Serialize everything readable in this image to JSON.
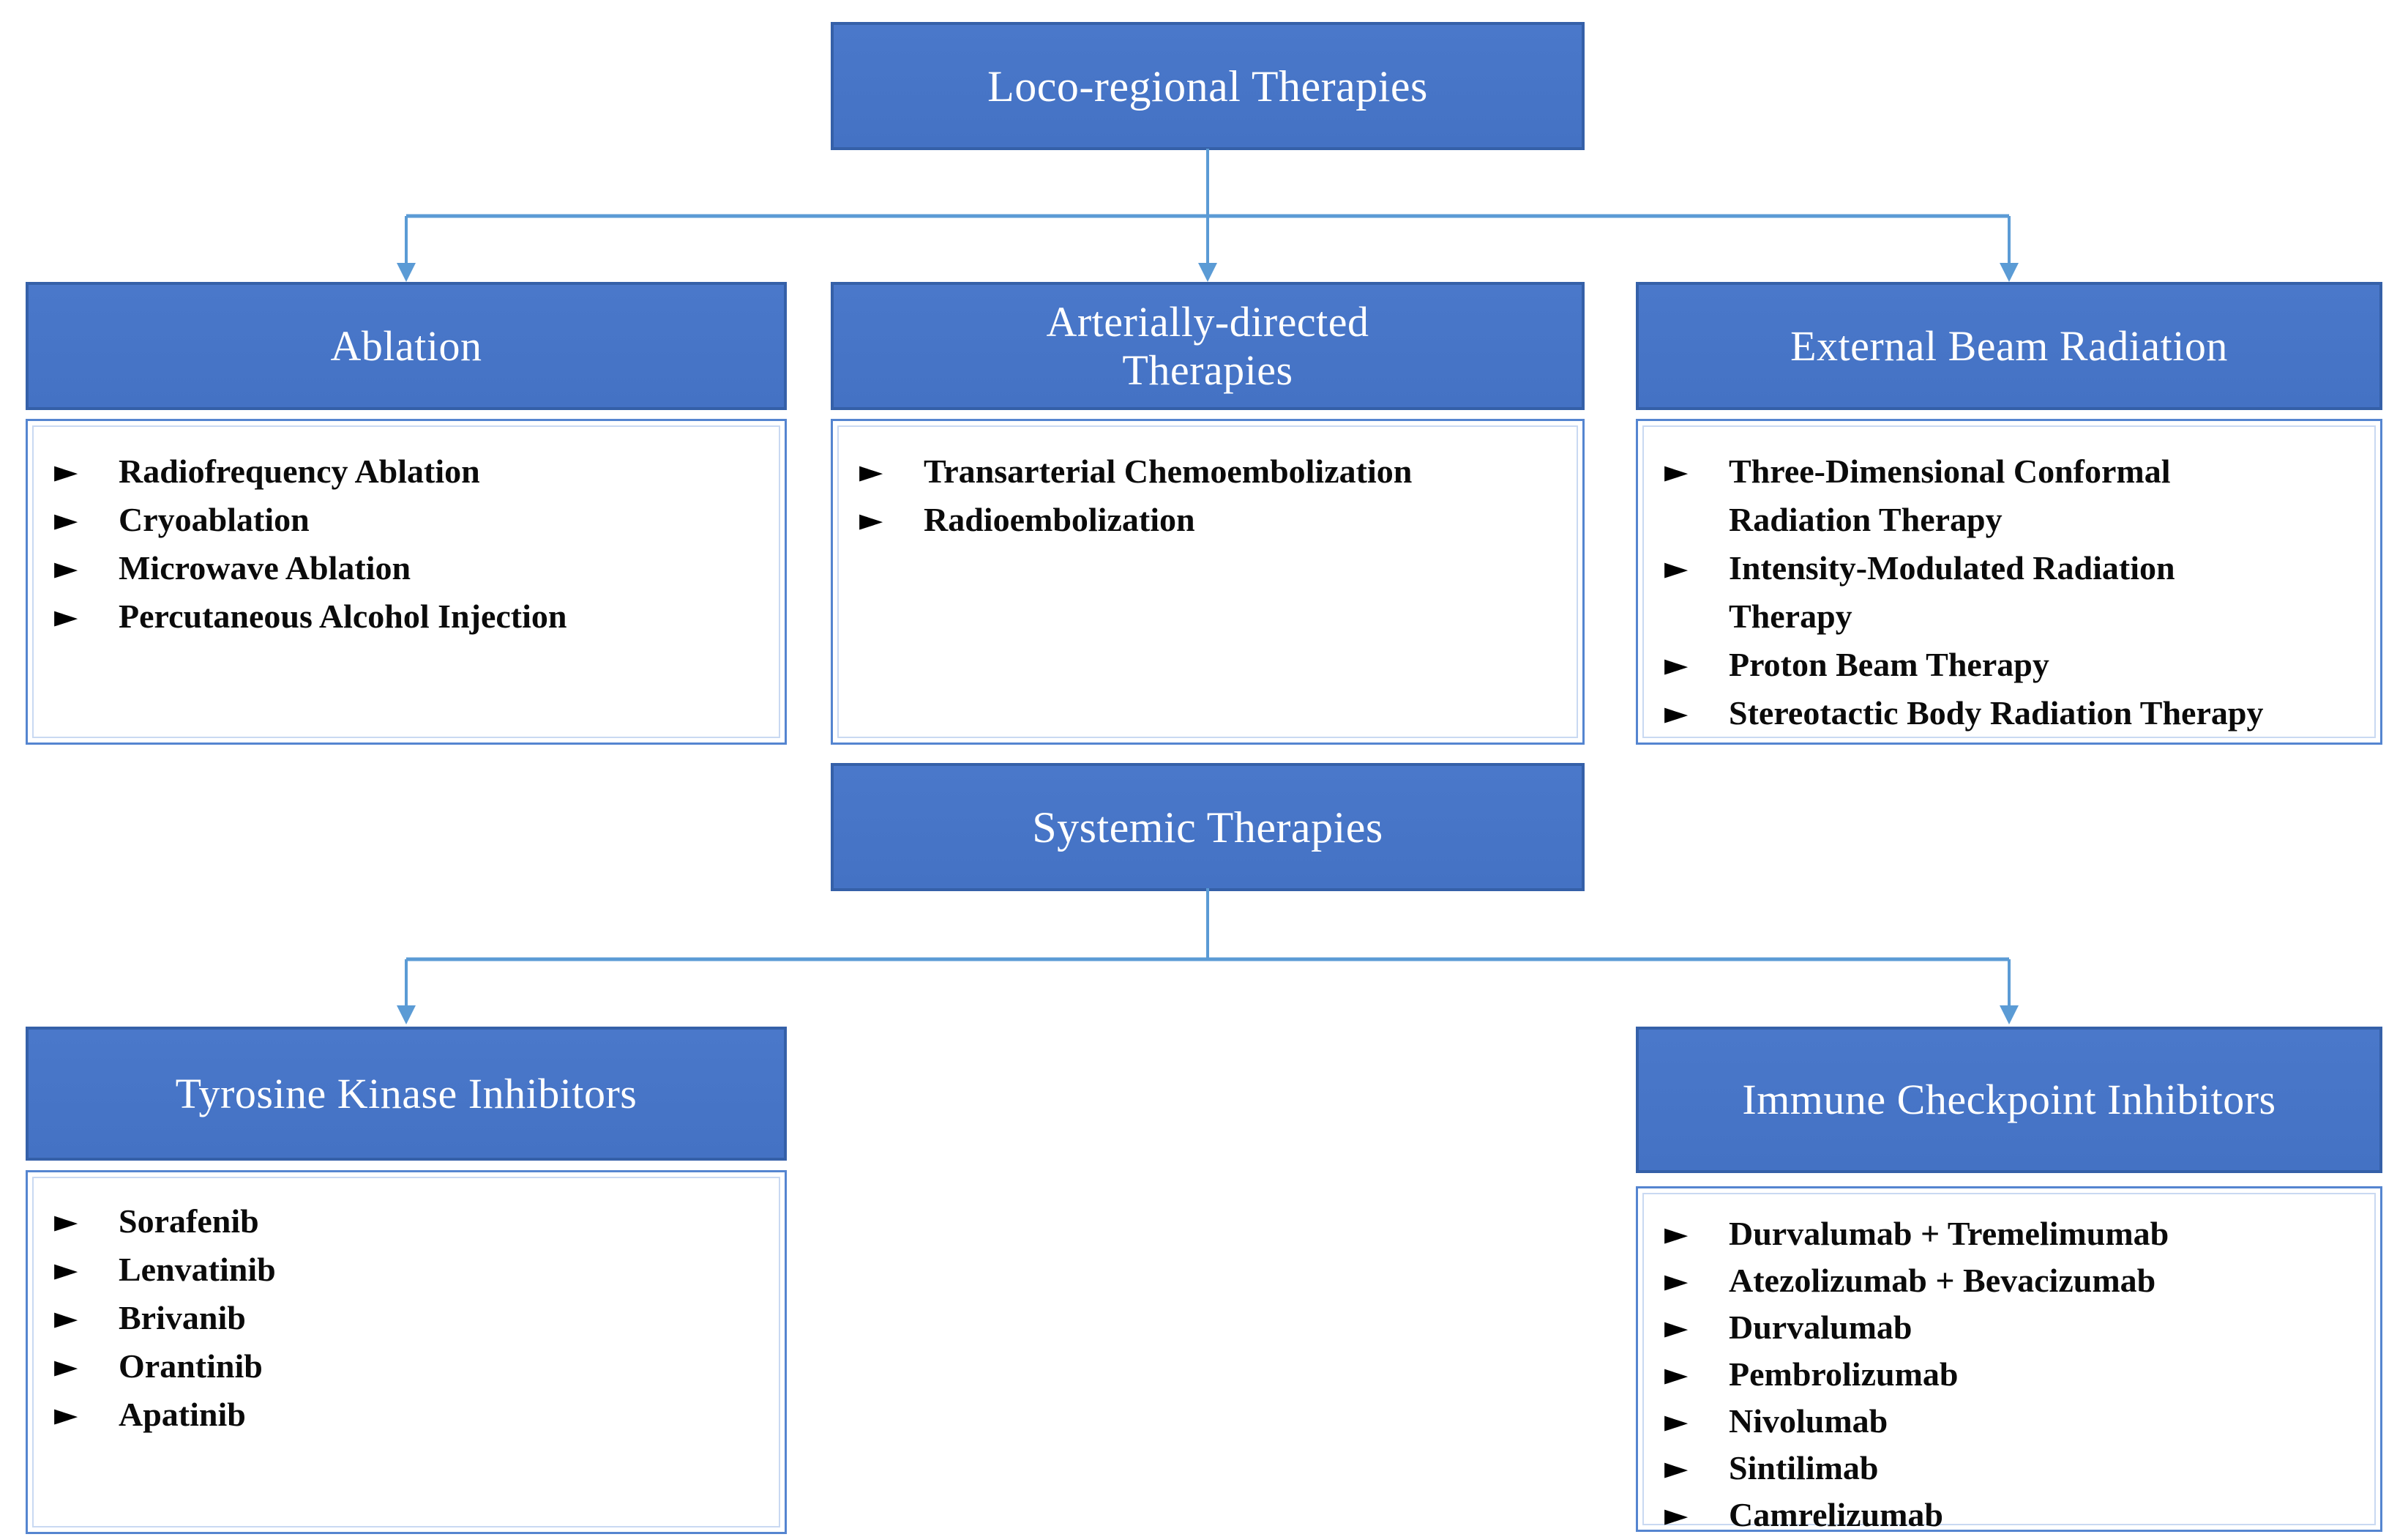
{
  "palette": {
    "header_fill": "#4472C4",
    "header_border": "#3560A8",
    "list_border": "#5585D0",
    "connector": "#5B9BD5",
    "header_text": "#FFFFFF",
    "item_text": "#0B0B0B",
    "background": "#FFFFFF"
  },
  "bullet_glyph": "►",
  "loco": {
    "title": "Loco-regional Therapies"
  },
  "loco_children": [
    {
      "title": "Ablation",
      "items": [
        "Radiofrequency Ablation",
        "Cryoablation",
        "Microwave Ablation",
        "Percutaneous Alcohol Injection"
      ]
    },
    {
      "title": "Arterially-directed\nTherapies",
      "items": [
        "Transarterial Chemoembolization",
        "Radioembolization"
      ]
    },
    {
      "title": "External Beam Radiation",
      "items": [
        "Three-Dimensional Conformal\nRadiation Therapy",
        "Intensity-Modulated Radiation\nTherapy",
        "Proton Beam Therapy",
        "Stereotactic Body Radiation Therapy"
      ]
    }
  ],
  "systemic": {
    "title": "Systemic Therapies"
  },
  "systemic_children": [
    {
      "title": "Tyrosine Kinase Inhibitors",
      "items": [
        "Sorafenib",
        "Lenvatinib",
        "Brivanib",
        "Orantinib",
        "Apatinib"
      ]
    },
    {
      "title": "Immune Checkpoint Inhibitors",
      "items": [
        "Durvalumab + Tremelimumab",
        "Atezolizumab + Bevacizumab",
        "Durvalumab",
        "Pembrolizumab",
        "Nivolumab",
        "Sintilimab",
        "Camrelizumab"
      ]
    }
  ]
}
